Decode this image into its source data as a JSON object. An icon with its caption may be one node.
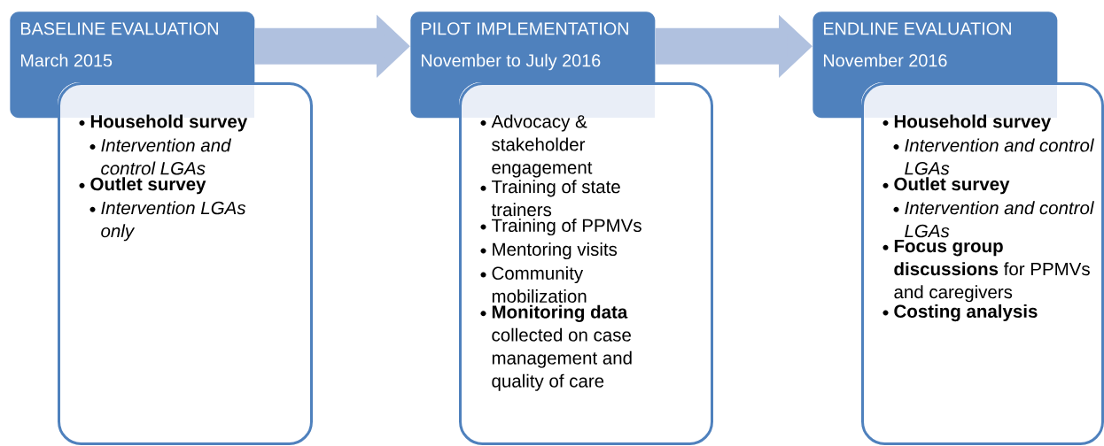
{
  "diagram": {
    "nodes": [
      {
        "text": [
          "BASELINE EVALUATION",
          "March 2015"
        ]
      },
      {
        "text": [
          "Household survey",
          "Intervention and control LGAs",
          "Outlet survey",
          "Intervention LGAs only"
        ]
      },
      {
        "text": [
          "PILOT IMPLEMENTATION",
          "November to July 2016"
        ]
      },
      {
        "text": [
          "Advocacy & stakeholder engagement",
          "Training of state trainers",
          "Training of PPMVs",
          "Mentoring visits",
          "Community mobilization",
          "**Monitoring data** collected on case management and quality of care"
        ]
      },
      {
        "text": [
          "ENDLINE EVALUATION",
          "November 2016"
        ]
      },
      {
        "text": [
          "Household survey",
          "Intervention and control LGAs",
          "Outlet survey",
          "Intervention and control LGAs",
          "**Focus group discussions** for PPMVs and caregivers",
          "Costing analysis"
        ]
      }
    ],
    "edges": [
      {
        "from": 0,
        "to": 2,
        "arrow": "to"
      },
      {
        "from": 2,
        "to": 4,
        "arrow": "to"
      }
    ]
  }
}
